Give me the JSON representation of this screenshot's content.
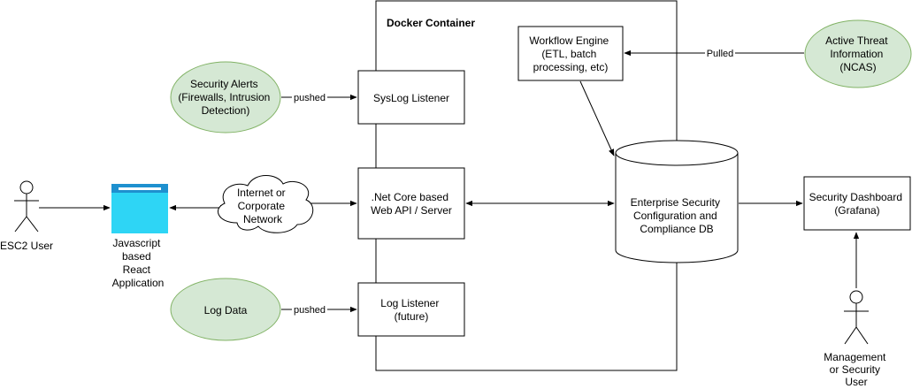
{
  "container": {
    "title": "Docker Container"
  },
  "nodes": {
    "security_alerts": [
      "Security Alerts",
      "(Firewalls, Intrusion",
      "Detection)"
    ],
    "log_data": [
      "Log Data"
    ],
    "active_threat": [
      "Active Threat",
      "Information",
      "(NCAS)"
    ],
    "internet": [
      "Internet or",
      "Corporate",
      "Network"
    ],
    "workflow_engine": [
      "Workflow Engine",
      "(ETL, batch",
      "processing, etc)"
    ],
    "syslog_listener": [
      "SysLog Listener"
    ],
    "web_api": [
      ".Net Core based",
      "Web API / Server"
    ],
    "log_listener": [
      "Log Listener",
      "(future)"
    ],
    "database": [
      "Enterprise Security",
      "Configuration and",
      "Compliance DB"
    ],
    "dashboard": [
      "Security Dashboard",
      "(Grafana)"
    ],
    "react_app": [
      "Javascript",
      "based",
      "React",
      "Application"
    ],
    "esc2_user": [
      "ESC2 User"
    ],
    "mgmt_user": [
      "Management",
      "or Security",
      "User"
    ]
  },
  "edges": {
    "alerts_to_syslog": "pushed",
    "logdata_to_loglistener": "pushed",
    "threat_to_workflow": "Pulled"
  },
  "colors": {
    "green_fill": "#d5e8d4",
    "green_stroke": "#82b366",
    "app_blue": "#2ed5f5",
    "app_bar": "#1e90cf"
  }
}
